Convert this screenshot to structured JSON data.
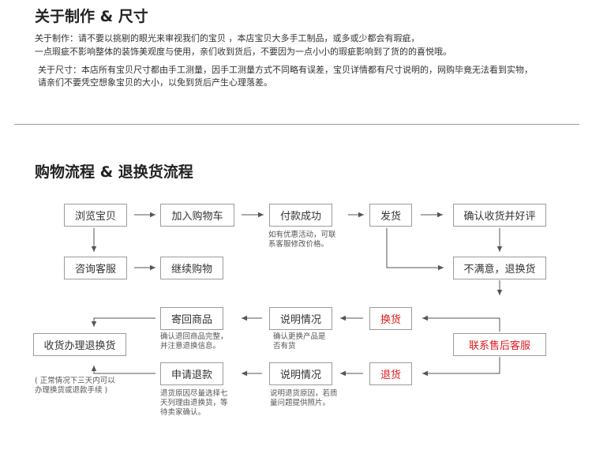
{
  "about": {
    "title": "关于制作 & 尺寸",
    "making_1": "关于制作：请不要以挑剔的眼光来审视我们的宝贝 ，本店宝贝大多手工制品，或多或少都会有瑕疵，",
    "making_2": "一点瑕疵不影响整体的装饰美观度与使用，亲们收到货后，不要因为一点小小的瑕疵影响到了货的的喜悦哦。",
    "size_1": "关于尺寸：本店所有宝贝尺寸都由手工测量，因手工测量方式不同略有误差，宝贝详情都有尺寸说明的，网购毕竟无法看到实物，",
    "size_2": "请亲们不要凭空想象宝贝的大小，以免到货后产生心理落差。"
  },
  "flow": {
    "title": "购物流程 & 退换货流程",
    "nodes": {
      "browse": "浏览宝贝",
      "add_cart": "加入购物车",
      "pay": "付款成功",
      "ship": "发货",
      "confirm": "确认收货并好评",
      "consult": "咨询客服",
      "continue": "继续购物",
      "unsatisfied": "不满意，退换货",
      "send_back": "寄回商品",
      "explain_exchange": "说明情况",
      "exchange": "换货",
      "receive_refund": "收货办理退换货",
      "contact": "联系售后客服",
      "apply_refund": "申请退款",
      "explain_return": "说明情况",
      "return": "退货"
    },
    "notes": {
      "pay_1": "如有优惠活动，可联",
      "pay_2": "系客服修改价格。",
      "send_back_1": "确认退回商品完整，",
      "send_back_2": "并注意退换信息。",
      "explain_exchange_1": "确认更换产品是",
      "explain_exchange_2": "否有货",
      "receive_1": "( 正常情况下三天内可以",
      "receive_2": "办理换货或退款手续 )",
      "apply_1": "退货原因尽量选择七",
      "apply_2": "天列理由退换货，等",
      "apply_3": "待卖家确认。",
      "explain_return_1": "说明退货原因，若质",
      "explain_return_2": "量问题提供照片。"
    },
    "colors": {
      "accent_red": "#e4181c",
      "line": "#555555",
      "border": "#9c9c9c"
    }
  }
}
